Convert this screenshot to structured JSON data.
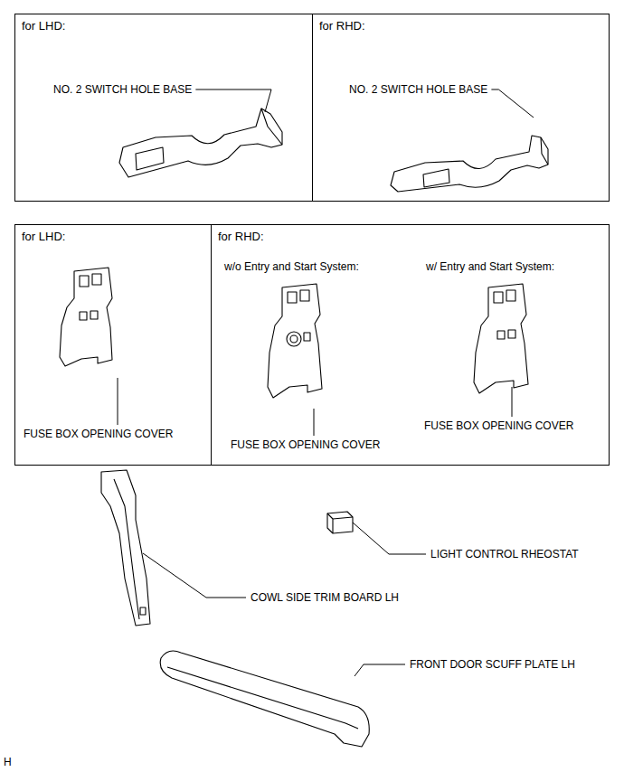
{
  "diagram": {
    "nodes": [
      {
        "text": [
          "for LHD:"
        ]
      },
      {
        "text": [
          "for RHD:"
        ]
      },
      {
        "text": [
          "for LHD:"
        ]
      },
      {
        "text": [
          "for RHD:"
        ]
      }
    ],
    "labels": [
      "NO. 2 SWITCH HOLE BASE",
      "NO. 2 SWITCH HOLE BASE",
      "FUSE BOX OPENING COVER",
      "w/o Entry and Start System:",
      "w/ Entry and Start System:",
      "FUSE BOX OPENING COVER",
      "FUSE BOX OPENING COVER",
      "LIGHT CONTROL RHEOSTAT",
      "COWL SIDE TRIM BOARD LH",
      "FRONT DOOR SCUFF PLATE LH",
      "H"
    ]
  }
}
